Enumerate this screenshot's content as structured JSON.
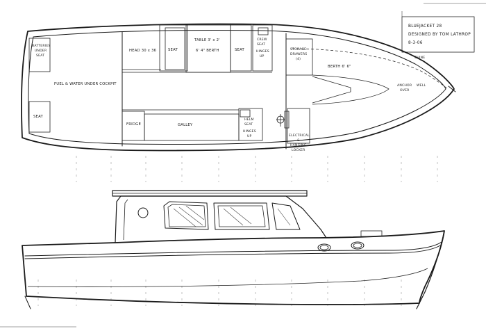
{
  "title_block": {
    "boat": "BLUEJACKET 28",
    "designer": "DESIGNED BY TOM LATHROP",
    "date": "8-3-06"
  },
  "plan_view": {
    "labels": {
      "batteries_line1": "BATTERIES",
      "batteries_line2": "UNDER",
      "batteries_line3": "SEAT",
      "fuel_water": "FUEL & WATER UNDER COCKPIT",
      "seat_aft": "SEAT",
      "head": "HEAD 30 x 36",
      "seat_port": "SEAT",
      "table_line1": "TABLE 3' x 2'",
      "table_line2": "6' 4\" BERTH",
      "seat_stbd": "SEAT",
      "crew_seat_line1": "CREW",
      "crew_seat_line2": "SEAT",
      "crew_seat_line3": "HINGES",
      "crew_seat_line4": "UP",
      "storage_line1": "STORAGE",
      "storage_line2": "DRAWERS",
      "storage_line3": "(4)",
      "berth": "BERTH 6' 6\"",
      "chine": "CHINE",
      "anchor_line1": "ANCHOR",
      "anchor_line2": "OVER",
      "anchor_line3": "WELL",
      "fridge": "FRIDGE",
      "galley": "GALLEY",
      "helm_line1": "HELM",
      "helm_line2": "SEAT",
      "helm_line3": "HINGES",
      "helm_line4": "UP",
      "electrical_line1": "ELECTRICAL",
      "electrical_line2": "&",
      "electrical_line3": "HANGING",
      "electrical_line4": "LOCKER"
    }
  },
  "icons": {
    "helm_wheel": "steering-wheel-icon"
  }
}
